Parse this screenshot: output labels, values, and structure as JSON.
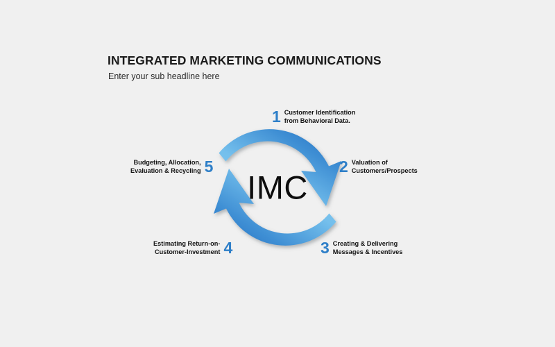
{
  "slide": {
    "background_color": "#f0f0f0",
    "title": "INTEGRATED MARKETING COMMUNICATIONS",
    "subtitle": "Enter your sub headline here"
  },
  "diagram": {
    "type": "cycle-diagram",
    "center_label": "IMC",
    "accent_color": "#2e7fc8",
    "arrow_light_color": "#7ec6ef",
    "arrow_dark_color": "#1d6cc0",
    "number_color": "#2e7fc8",
    "caption_color": "#131313",
    "steps": [
      {
        "number": "1",
        "line1": "Customer Identification",
        "line2": "from Behavioral Data.",
        "position": "top"
      },
      {
        "number": "2",
        "line1": "Valuation of",
        "line2": "Customers/Prospects",
        "position": "right-upper"
      },
      {
        "number": "3",
        "line1": "Creating & Delivering",
        "line2": "Messages & Incentives",
        "position": "right-lower"
      },
      {
        "number": "4",
        "line1": "Estimating Return-on-",
        "line2": "Customer-Investment",
        "position": "left-lower"
      },
      {
        "number": "5",
        "line1": "Budgeting, Allocation,",
        "line2": "Evaluation & Recycling",
        "position": "left-upper"
      }
    ]
  }
}
